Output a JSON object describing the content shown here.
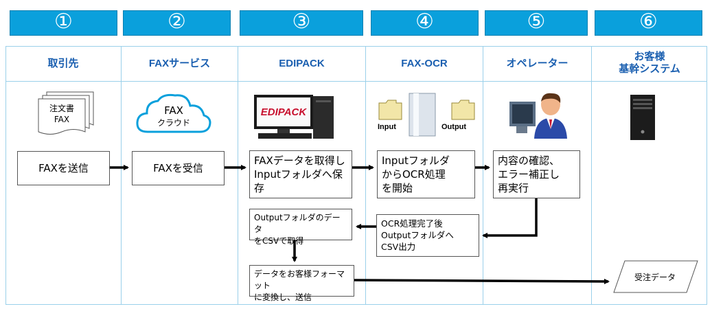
{
  "steps": [
    {
      "number": "①",
      "title": "取引先"
    },
    {
      "number": "②",
      "title": "FAXサービス"
    },
    {
      "number": "③",
      "title": "EDIPACK"
    },
    {
      "number": "④",
      "title": "FAX-OCR"
    },
    {
      "number": "⑤",
      "title": "オペレーター"
    },
    {
      "number": "⑥",
      "title_line1": "お客様",
      "title_line2": "基幹システム"
    }
  ],
  "icons": {
    "doc_line1": "注文書",
    "doc_line2": "FAX",
    "cloud_line1": "FAX",
    "cloud_line2": "クラウド",
    "edipack_logo": "EDIPACK",
    "input_label": "Input",
    "output_label": "Output"
  },
  "boxes": {
    "send_fax": "FAXを送信",
    "receive_fax": "FAXを受信",
    "acquire": [
      "FAXデータを取得し",
      "Inputフォルダへ保",
      "存"
    ],
    "ocr_start": [
      "Inputフォルダ",
      "からOCR処理",
      "を開始"
    ],
    "confirm": [
      "内容の確認、",
      "エラー補正し",
      "再実行"
    ],
    "ocr_done": [
      "OCR処理完了後",
      "Outputフォルダへ",
      "CSV出力"
    ],
    "get_csv": [
      "Outputフォルダのデータ",
      "をCSVで取得"
    ],
    "convert_send": [
      "データをお客様フォーマット",
      "に変換し、送信"
    ],
    "order_data": "受注データ"
  },
  "colors": {
    "header_blue": "#0aa0dc",
    "title_blue": "#1a5fb0",
    "frame_line": "#9ad0ea"
  }
}
